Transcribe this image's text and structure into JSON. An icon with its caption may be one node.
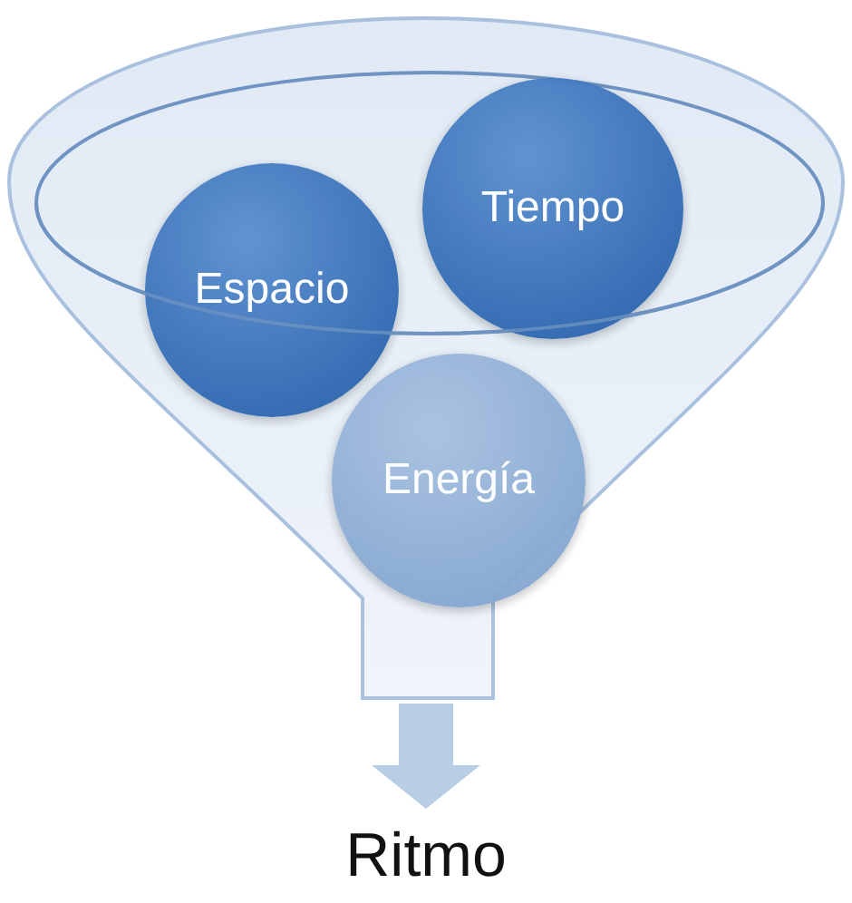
{
  "diagram": {
    "nodes": [
      {
        "text": [],
        "shape": "funnel"
      },
      {
        "text": [
          "Espacio"
        ],
        "in": 0
      },
      {
        "text": [
          "Tiempo"
        ],
        "in": 0
      },
      {
        "text": [
          "Energía"
        ],
        "in": 0
      },
      {
        "text": [
          "Ritmo"
        ]
      }
    ],
    "edges": [
      {
        "from": 0,
        "to": 4,
        "arrow": "to"
      }
    ]
  }
}
